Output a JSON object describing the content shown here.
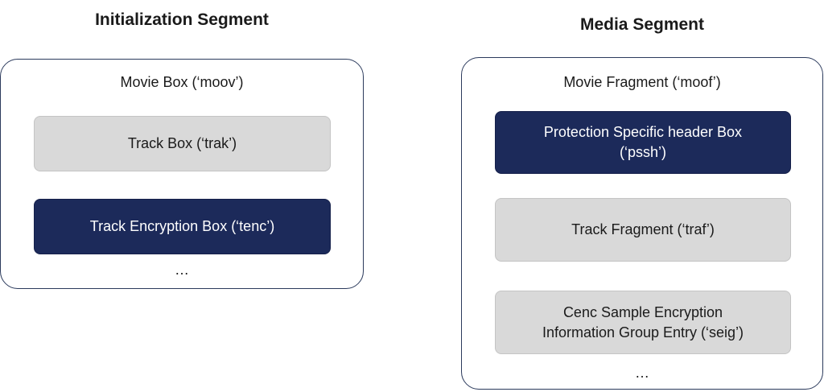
{
  "initialization_segment": {
    "heading": "Initialization Segment",
    "container_label": "Movie Box (‘moov’)",
    "boxes": [
      {
        "label": "Track Box (‘trak’)",
        "color": "#d9d9d9"
      },
      {
        "label": "Track Encryption Box (‘tenc’)",
        "color": "#1c2a5a"
      }
    ],
    "ellipsis": "…"
  },
  "media_segment": {
    "heading": "Media Segment",
    "container_label": "Movie Fragment (‘moof’)",
    "boxes": [
      {
        "label_line1": "Protection Specific header Box",
        "label_line2": "(‘pssh’)",
        "color": "#1c2a5a"
      },
      {
        "label": "Track Fragment (‘traf’)",
        "color": "#d9d9d9"
      },
      {
        "label_line1": "Cenc Sample Encryption",
        "label_line2": "Information Group Entry (‘seig’)",
        "color": "#d9d9d9"
      }
    ],
    "ellipsis": "…"
  }
}
